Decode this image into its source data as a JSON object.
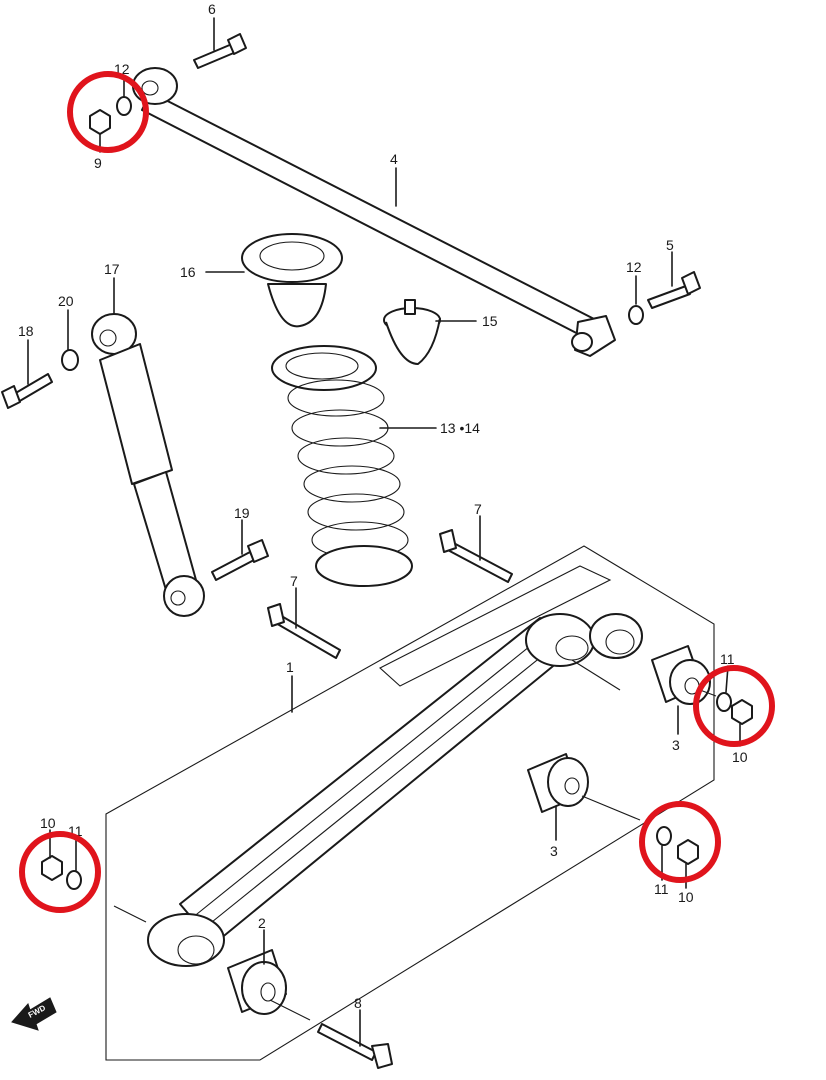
{
  "labels": {
    "p1": "1",
    "p2": "2",
    "p3a": "3",
    "p3b": "3",
    "p4": "4",
    "p5": "5",
    "p6": "6",
    "p7a": "7",
    "p7b": "7",
    "p8": "8",
    "p9": "9",
    "p10a": "10",
    "p10b": "10",
    "p10c": "10",
    "p11a": "11",
    "p11b": "11",
    "p11c": "11",
    "p12a": "12",
    "p12b": "12",
    "p13_14": "13 •14",
    "p15": "15",
    "p16": "16",
    "p17": "17",
    "p18": "18",
    "p19": "19",
    "p20": "20"
  },
  "fwd": "FWD",
  "callout_color": "#e0141c"
}
